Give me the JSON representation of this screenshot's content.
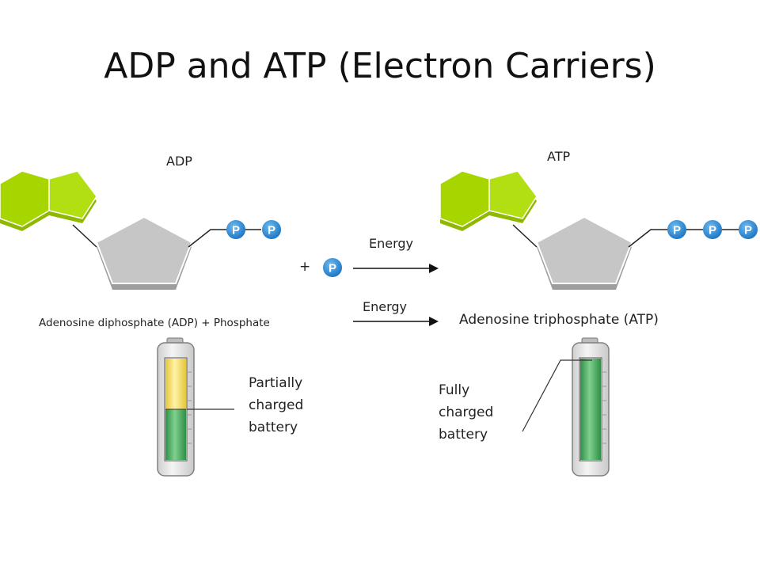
{
  "title": "ADP and ATP (Electron Carriers)",
  "adp": {
    "label": "ADP",
    "phosphate_letter": "P",
    "caption": "Adenosine diphosphate (ADP) + Phosphate"
  },
  "atp": {
    "label": "ATP",
    "phosphate_letter": "P",
    "caption": "Adenosine triphosphate (ATP)"
  },
  "reaction": {
    "plus": "+",
    "phosphate_letter": "P",
    "energy_top": "Energy",
    "energy_bottom": "Energy"
  },
  "batteries": {
    "partial": {
      "label_lines": [
        "Partially",
        "charged",
        "battery"
      ],
      "charge_fraction": 0.5
    },
    "full": {
      "label_lines": [
        "Fully",
        "charged",
        "battery"
      ],
      "charge_fraction": 1.0
    }
  },
  "colors": {
    "adenine_green": "#a6d500",
    "ribose_gray": "#c4c4c4",
    "phosphate_blue": "#2f8fd6",
    "battery_green": "#3fae58",
    "battery_yellow": "#f3dd63",
    "battery_body": "#e3e3e3"
  }
}
